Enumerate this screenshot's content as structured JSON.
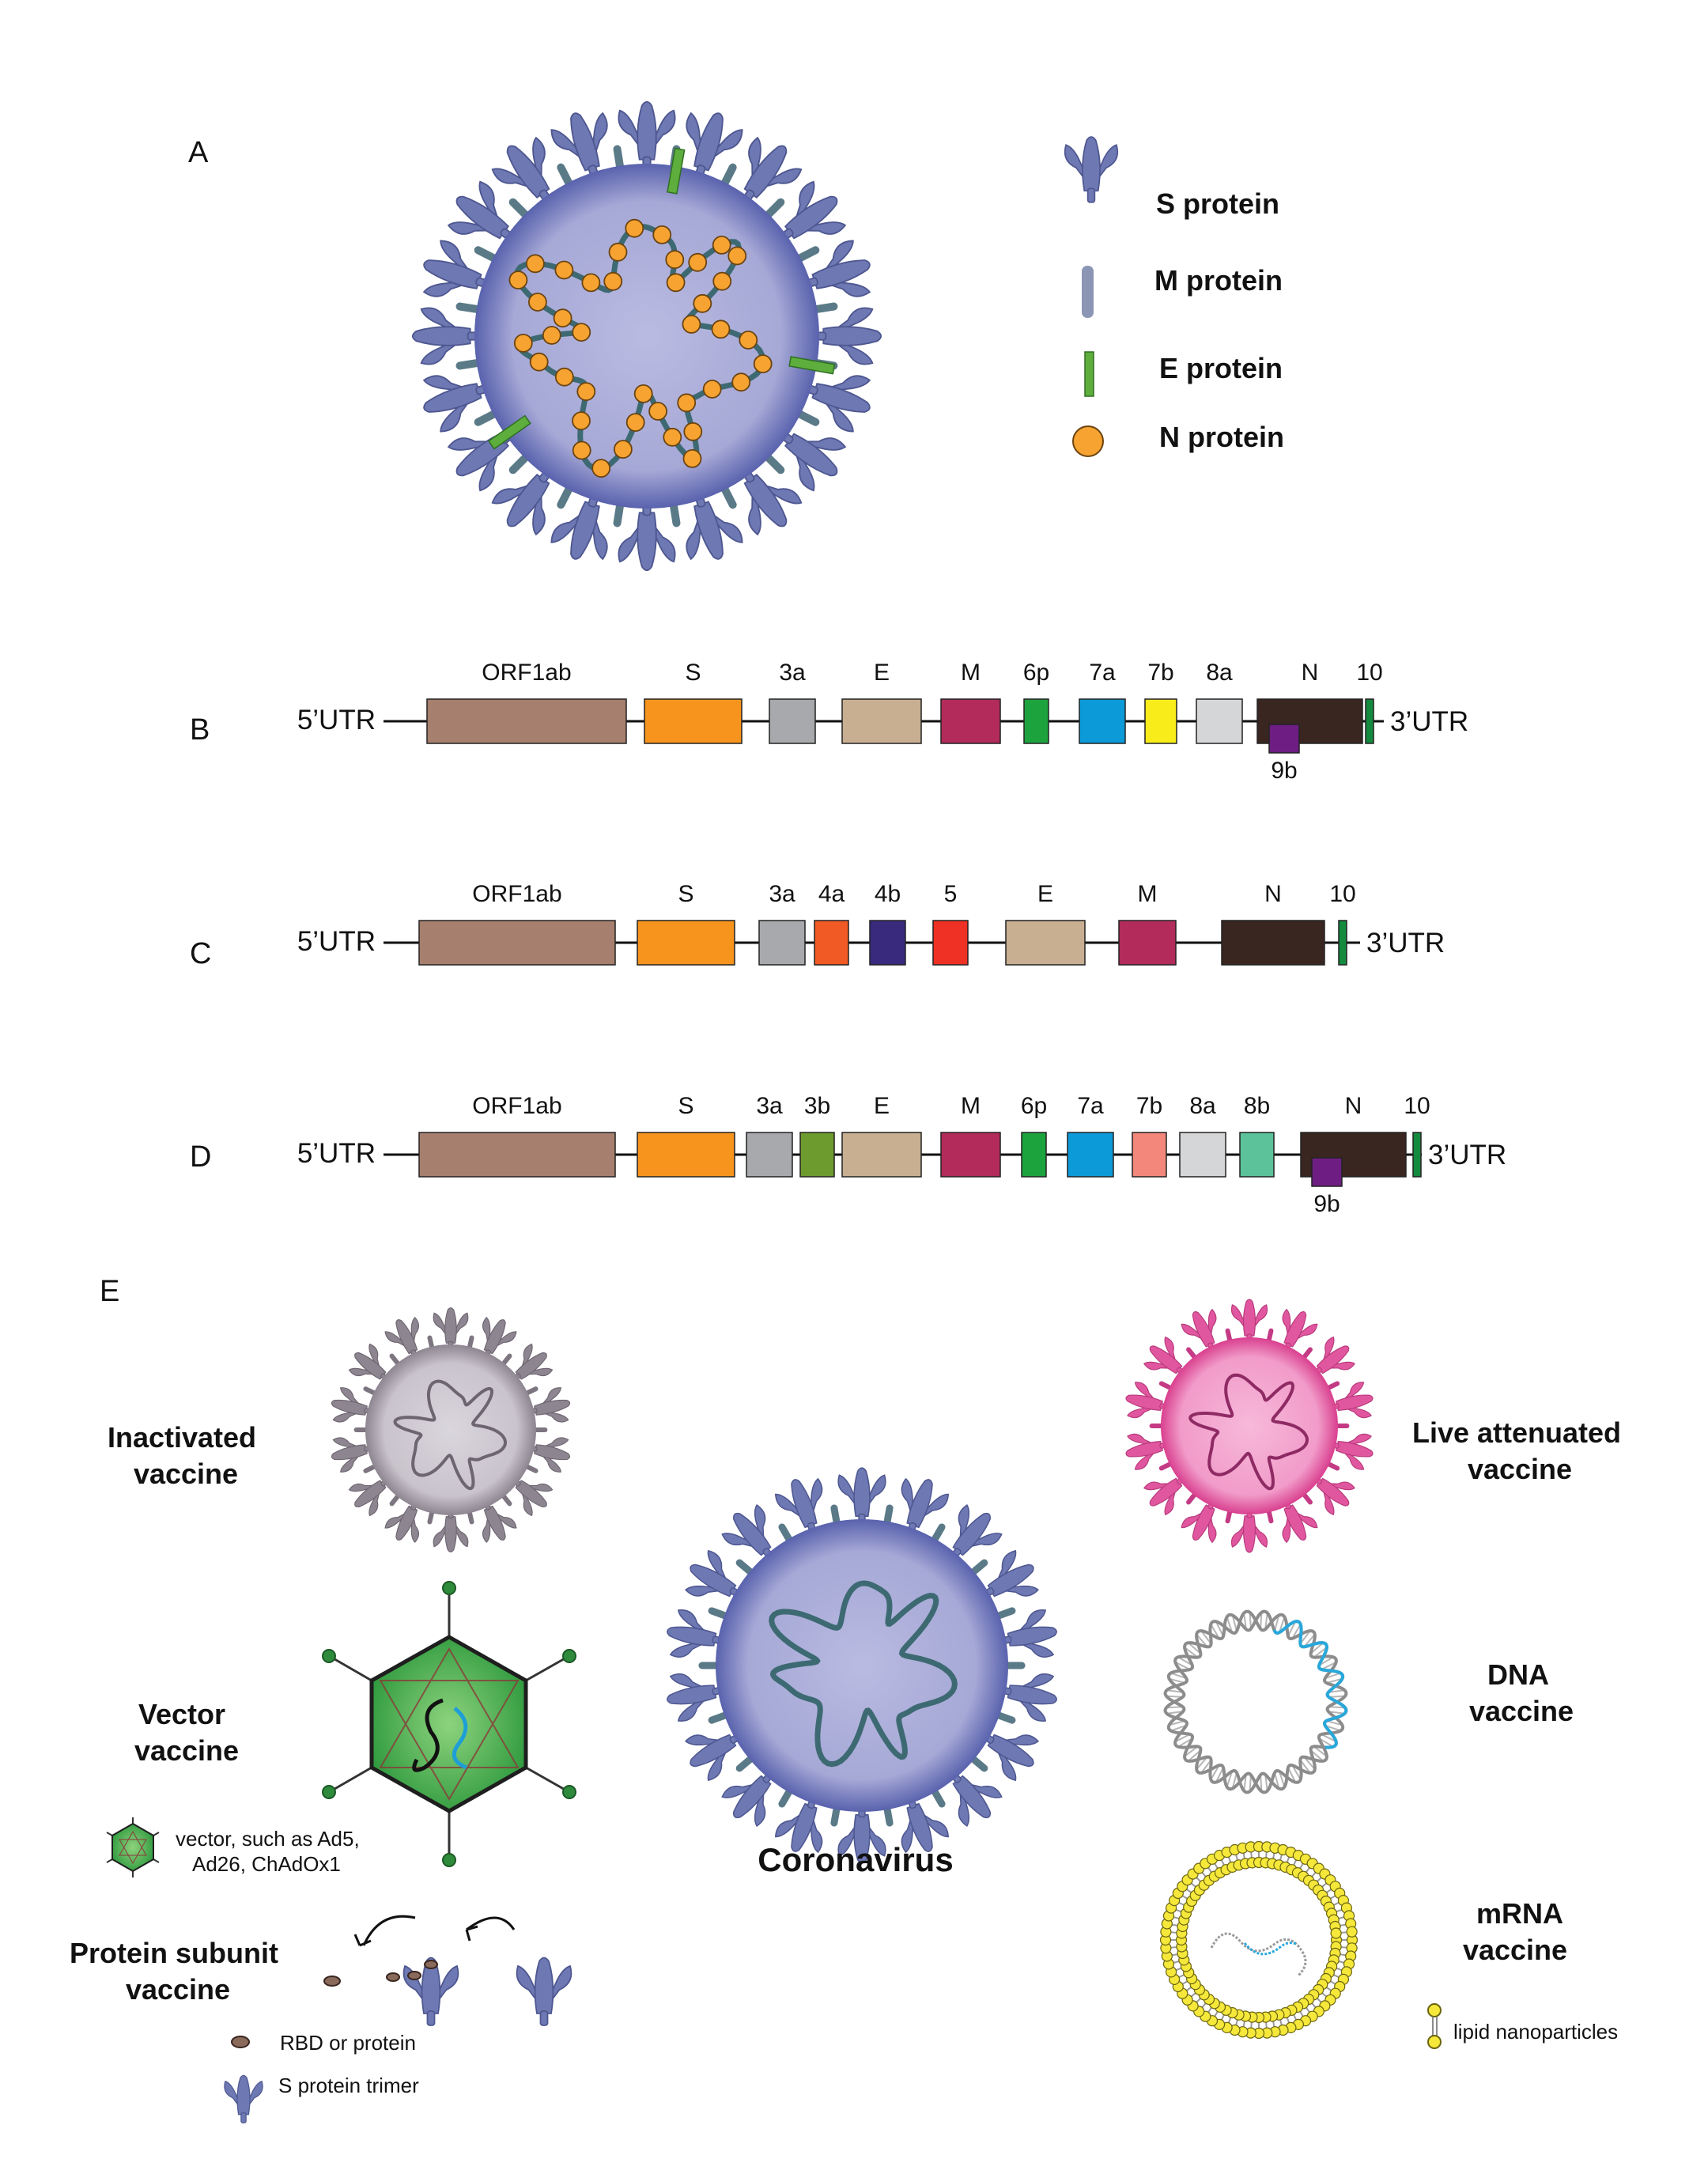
{
  "panels": {
    "a": "A",
    "b": "B",
    "c": "C",
    "d": "D",
    "e": "E"
  },
  "legend": {
    "s_protein": "S protein",
    "m_protein": "M protein",
    "e_protein": "E protein",
    "n_protein": "N protein"
  },
  "genomes": {
    "utr5": "5’UTR",
    "utr3": "3’UTR",
    "B": [
      {
        "label": "ORF1ab",
        "color": "#A67F6E"
      },
      {
        "label": "S",
        "color": "#F7941D"
      },
      {
        "label": "3a",
        "color": "#A7A9AC"
      },
      {
        "label": "E",
        "color": "#C8AF92"
      },
      {
        "label": "M",
        "color": "#B22B5B"
      },
      {
        "label": "6p",
        "color": "#1DA33E"
      },
      {
        "label": "7a",
        "color": "#0C9BD8"
      },
      {
        "label": "7b",
        "color": "#F8EC1B"
      },
      {
        "label": "8a",
        "color": "#D5D6D8"
      },
      {
        "label": "N",
        "color": "#3A2620"
      },
      {
        "label": "10",
        "color": "#138A3E"
      },
      {
        "label": "9b",
        "color": "#6E1E82"
      }
    ],
    "C": [
      {
        "label": "ORF1ab",
        "color": "#A67F6E"
      },
      {
        "label": "S",
        "color": "#F7941D"
      },
      {
        "label": "3a",
        "color": "#A7A9AC"
      },
      {
        "label": "4a",
        "color": "#F15A24"
      },
      {
        "label": "4b",
        "color": "#3A2A7E"
      },
      {
        "label": "5",
        "color": "#EE3124"
      },
      {
        "label": "E",
        "color": "#C8AF92"
      },
      {
        "label": "M",
        "color": "#B22B5B"
      },
      {
        "label": "N",
        "color": "#3A2620"
      },
      {
        "label": "10",
        "color": "#138A3E"
      }
    ],
    "D": [
      {
        "label": "ORF1ab",
        "color": "#A67F6E"
      },
      {
        "label": "S",
        "color": "#F7941D"
      },
      {
        "label": "3a",
        "color": "#A7A9AC"
      },
      {
        "label": "3b",
        "color": "#6E9B2E"
      },
      {
        "label": "E",
        "color": "#C8AF92"
      },
      {
        "label": "M",
        "color": "#B22B5B"
      },
      {
        "label": "6p",
        "color": "#1DA33E"
      },
      {
        "label": "7a",
        "color": "#0C9BD8"
      },
      {
        "label": "7b",
        "color": "#F4877C"
      },
      {
        "label": "8a",
        "color": "#D5D6D8"
      },
      {
        "label": "8b",
        "color": "#5CC29A"
      },
      {
        "label": "N",
        "color": "#3A2620"
      },
      {
        "label": "10",
        "color": "#138A3E"
      },
      {
        "label": "9b",
        "color": "#6E1E82"
      }
    ]
  },
  "vaccines": {
    "inactivated": [
      "Inactivated",
      "vaccine"
    ],
    "vector": [
      "Vector",
      "vaccine"
    ],
    "vector_note": [
      "vector, such as Ad5,",
      "Ad26, ChAdOx1"
    ],
    "protein_subunit": [
      "Protein subunit",
      "vaccine"
    ],
    "rbd_note": "RBD or protein",
    "trimer_note": "S protein trimer",
    "coronavirus": "Coronavirus",
    "live_attenuated": [
      "Live attenuated",
      "vaccine"
    ],
    "dna": [
      "DNA",
      "vaccine"
    ],
    "mrna": [
      "mRNA",
      "vaccine"
    ],
    "lipid_note": "lipid nanoparticles"
  },
  "colors": {
    "virus_body": "#A6A8D6",
    "virus_rim": "#5962AD",
    "spike": "#6E79B4",
    "membrane": "#5B7A88",
    "rna": "#3D6A72",
    "n_protein": "#F6A332",
    "e_protein": "#5EAE3D",
    "inactivated_body": "#C9C3CC",
    "inactivated_spike": "#8D8590",
    "live_body": "#F19BC9",
    "live_spike": "#E1579F",
    "vector_green": "#3DAA4A",
    "dna_gray": "#8C8C8C",
    "dna_blue": "#28A8DB",
    "lipid_yellow": "#F5E83A"
  }
}
